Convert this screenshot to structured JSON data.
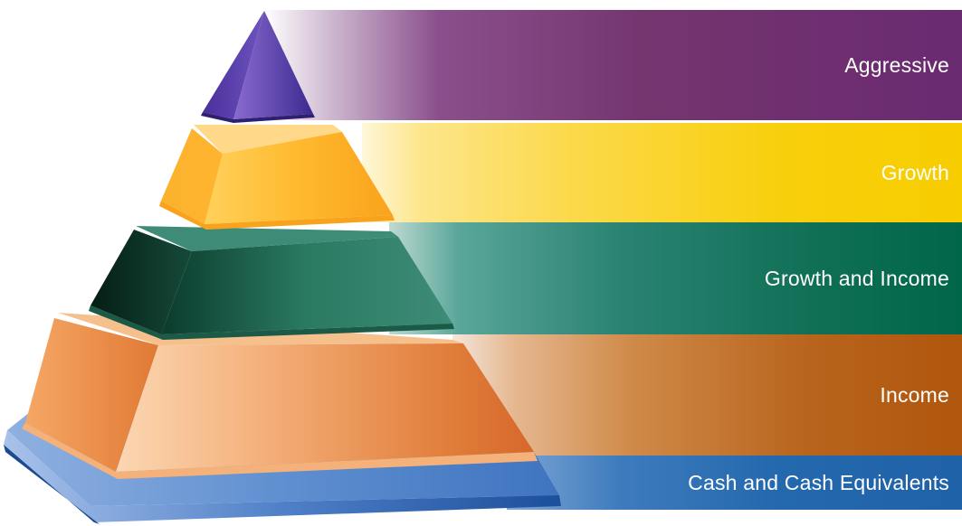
{
  "diagram": {
    "levels": [
      {
        "label": "Aggressive",
        "color": "#6a2a70"
      },
      {
        "label": "Growth",
        "color": "#f7cd00"
      },
      {
        "label": "Growth and Income",
        "color": "#00664a"
      },
      {
        "label": "Income",
        "color": "#b0560d"
      },
      {
        "label": "Cash and Cash Equivalents",
        "color": "#1f62a8"
      }
    ]
  }
}
